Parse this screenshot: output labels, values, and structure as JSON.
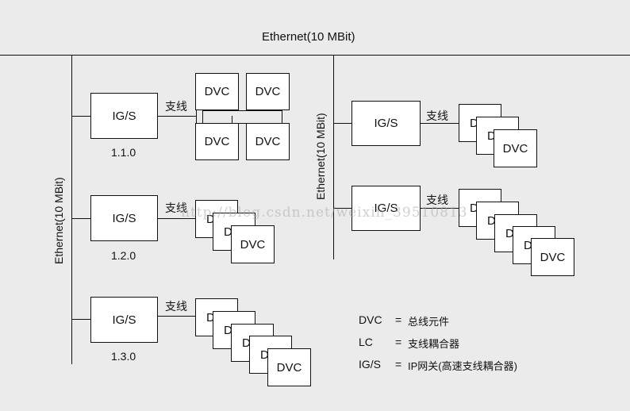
{
  "top_bus": {
    "label": "Ethernet(10 MBit)"
  },
  "left_bus": {
    "label": "Ethernet(10 MBit)"
  },
  "right_bus": {
    "label": "Ethernet(10 MBit)"
  },
  "branch_label": "支线",
  "gateways": [
    {
      "label": "IG/S",
      "address": "1.1.0"
    },
    {
      "label": "IG/S",
      "address": "1.2.0"
    },
    {
      "label": "IG/S",
      "address": "1.3.0"
    },
    {
      "label": "IG/S",
      "address": ""
    },
    {
      "label": "IG/S",
      "address": ""
    }
  ],
  "device_label": "DVC",
  "device_label_partial": "D",
  "watermark": "http://blog.csdn.net/weixin_39510813",
  "legend": [
    {
      "key": "DVC",
      "eq": "=",
      "desc": "总线元件"
    },
    {
      "key": "LC",
      "eq": "=",
      "desc": "支线耦合器"
    },
    {
      "key": "IG/S",
      "eq": "=",
      "desc": "IP网关(高速支线耦合器)"
    }
  ]
}
